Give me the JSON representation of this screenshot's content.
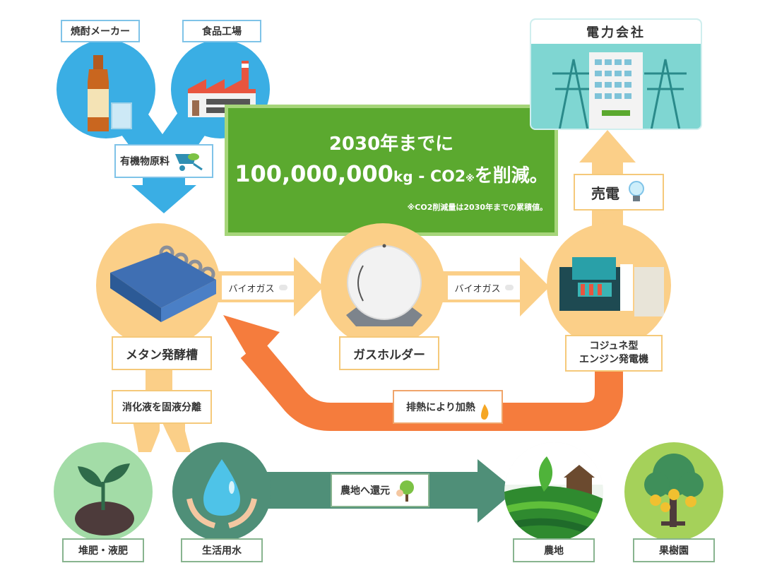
{
  "colors": {
    "blue": "#3aaee4",
    "peach": "#fbcf88",
    "green_box": "#5ba92f",
    "orange_arrow": "#f57c3d",
    "teal_arrow": "#4f8f78",
    "power_bg": "#7fd6d2"
  },
  "sources": [
    {
      "label": "焼酎メーカー",
      "icon": "bottle-icon"
    },
    {
      "label": "食品工場",
      "icon": "factory-icon"
    }
  ],
  "raw_material": {
    "label": "有機物原料",
    "icon": "wheelbarrow-icon"
  },
  "headline": {
    "line1": "2030年までに",
    "line2_num": "100,000,000",
    "line2_unit": "kg",
    "line2_sep": " - ",
    "line2_co2": "CO2",
    "line2_mark": "※",
    "line2_end": "を削減。",
    "note": "※CO2削減量は2030年までの累積値。"
  },
  "power_company": {
    "label": "電力会社",
    "icon": "power-tower-icon"
  },
  "sell": {
    "label": "売電",
    "icon": "lightbulb-icon"
  },
  "process": [
    {
      "label": "メタン発酵槽",
      "icon": "tank-icon"
    },
    {
      "label": "ガスホルダー",
      "icon": "gas-holder-icon"
    },
    {
      "label": "コジュネ型\nエンジン発電機",
      "icon": "generator-icon"
    }
  ],
  "biogas": [
    "バイオガス",
    "バイオガス"
  ],
  "heat_return": {
    "label": "排熱により加熱",
    "icon": "flame-icon"
  },
  "separation": {
    "label": "消化液を固液分離"
  },
  "outputs": [
    {
      "label": "堆肥・液肥",
      "icon": "sprout-icon"
    },
    {
      "label": "生活用水",
      "icon": "water-drop-icon"
    },
    {
      "label": "農地",
      "icon": "farmland-icon"
    },
    {
      "label": "果樹園",
      "icon": "fruit-tree-icon"
    }
  ],
  "return_farm": {
    "label": "農地へ還元",
    "icon": "tree-icon"
  }
}
